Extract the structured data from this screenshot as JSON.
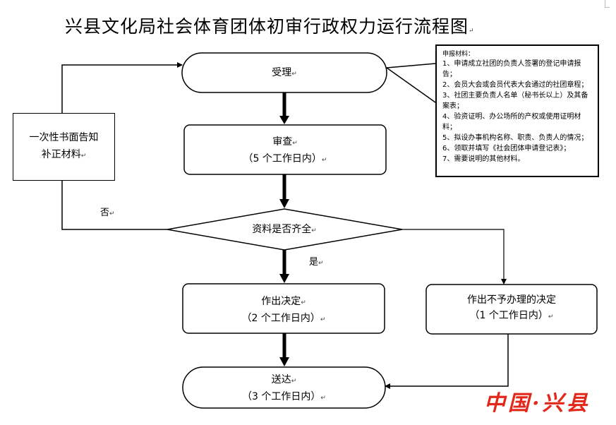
{
  "title": "兴县文化局社会体育团体初审行政权力运行流程图",
  "nodes": {
    "accept": {
      "label": "受理"
    },
    "review": {
      "label": "审查",
      "days": "（5 个工作日内）"
    },
    "check": {
      "label": "资料是否齐全"
    },
    "decide": {
      "label": "作出决定",
      "days": "（2 个工作日内）"
    },
    "reject": {
      "label": "作出不予办理的决定",
      "days": "（1 个工作日内）"
    },
    "deliver": {
      "label": "送达",
      "days": "（3 个工作日内）"
    },
    "supplement": {
      "line1": "一次性书面告知",
      "line2": "补正材料"
    }
  },
  "branch_labels": {
    "no": "否",
    "yes": "是"
  },
  "materials": {
    "heading": "申报材料：",
    "items": [
      "1、申请成立社团的负责人签署的登记申请报告；",
      "2、会员大会或会员代表大会通过的社团章程；",
      "3、社团主要负责人名单（秘书长以上）及其备案表；",
      "4、验资证明、办公场所的产权或使用证明材料；",
      "5、拟设办事机构名称、职责、负责人的情况；",
      "6、领取并填写《社会团体申请登记表》；",
      "7、需要说明的其他材料。"
    ]
  },
  "watermark": "中国·兴县",
  "colors": {
    "line": "#000000",
    "watermark": "#e2281b"
  }
}
